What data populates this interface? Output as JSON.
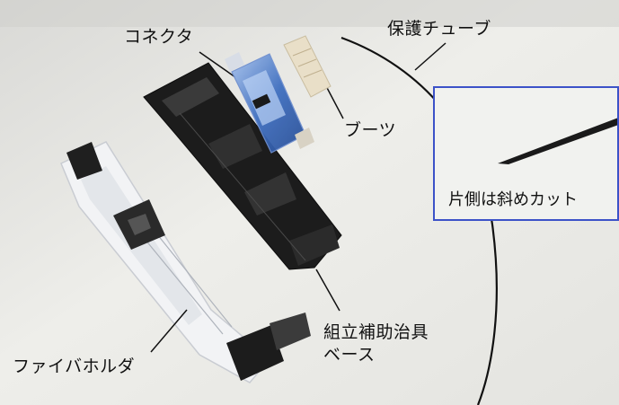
{
  "labels": {
    "connector": "コネクタ",
    "protective_tube": "保護チューブ",
    "boot": "ブーツ",
    "assembly_base_line1": "組立補助治具",
    "assembly_base_line2": "ベース",
    "fiber_holder": "ファイバホルダ",
    "inset_caption": "片側は斜めカット"
  },
  "colors": {
    "inset_border": "#3c52c8",
    "background": "#f0f0ec",
    "jig_black": "#1c1c1c",
    "holder_white": "#f2f3f5",
    "connector_blue": "#3f6fc0"
  }
}
